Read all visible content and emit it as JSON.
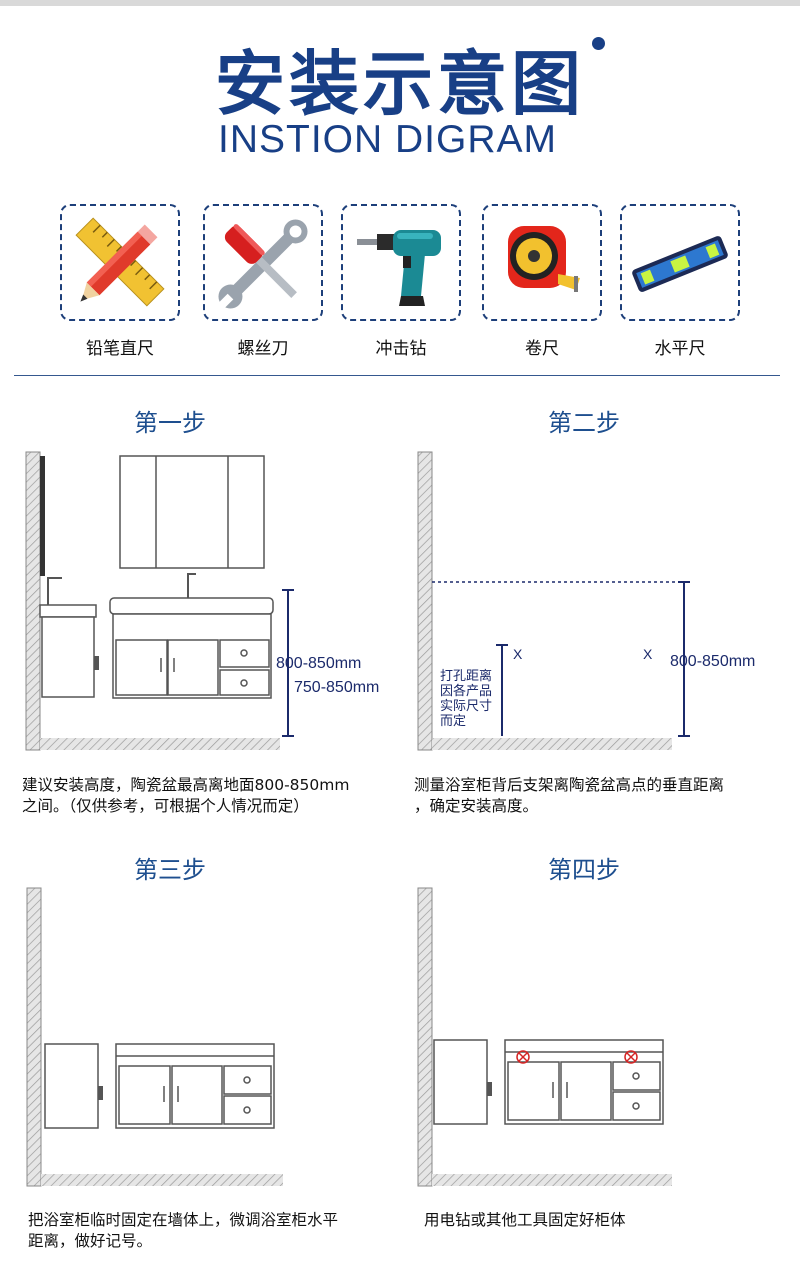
{
  "header": {
    "title": "安装示意图",
    "subtitle": "INSTION DIGRAM"
  },
  "tools": [
    {
      "label": "铅笔直尺",
      "icon": "pencil-ruler-icon"
    },
    {
      "label": "螺丝刀",
      "icon": "screwdriver-wrench-icon"
    },
    {
      "label": "冲击钻",
      "icon": "impact-drill-icon"
    },
    {
      "label": "卷尺",
      "icon": "tape-measure-icon"
    },
    {
      "label": "水平尺",
      "icon": "spirit-level-icon"
    }
  ],
  "steps": [
    {
      "title": "第一步",
      "measure1": "800-850mm",
      "measure2": "750-850mm",
      "desc_line1": "建议安装高度，陶瓷盆最高离地面800-850mm",
      "desc_line2": "之间。（仅供参考，可根据个人情况而定）"
    },
    {
      "title": "第二步",
      "note_line1": "打孔距离",
      "note_line2": "因各产品",
      "note_line3": "实际尺寸",
      "note_line4": "而定",
      "x_left": "X",
      "x_right": "X",
      "measure": "800-850mm",
      "desc_line1": "测量浴室柜背后支架离陶瓷盆高点的垂直距离",
      "desc_line2": "，确定安装高度。"
    },
    {
      "title": "第三步",
      "desc_line1": "把浴室柜临时固定在墙体上，微调浴室柜水平",
      "desc_line2": "距离，做好记号。"
    },
    {
      "title": "第四步",
      "desc_line1": "用电钻或其他工具固定好柜体"
    }
  ],
  "colors": {
    "brand_blue": "#183f86",
    "step_blue": "#1e4f8f",
    "dimension_navy": "#1b2a6b",
    "drill_mark_red": "#d42424"
  }
}
